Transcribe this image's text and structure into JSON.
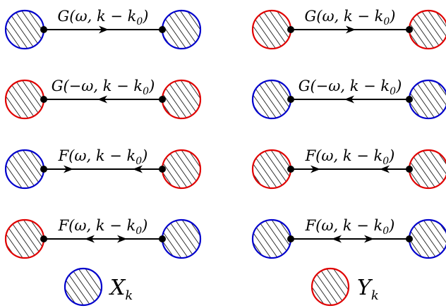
{
  "colors": {
    "blue": "#0000cc",
    "red": "#e00000",
    "hatch": "#000000",
    "line": "#000000"
  },
  "rows": [
    {
      "left": {
        "label": "G(ω, k − k",
        "sub": "0",
        "close": ")",
        "left_blob": "blue",
        "right_blob": "blue",
        "arrows": [
          "right"
        ]
      },
      "right": {
        "label": "G(ω, k − k",
        "sub": "0",
        "close": ")",
        "left_blob": "red",
        "right_blob": "red",
        "arrows": [
          "right"
        ]
      }
    },
    {
      "left": {
        "label": "G(−ω, k − k",
        "sub": "0",
        "close": ")",
        "left_blob": "red",
        "right_blob": "red",
        "arrows": [
          "left"
        ]
      },
      "right": {
        "label": "G(−ω, k − k",
        "sub": "0",
        "close": ")",
        "left_blob": "blue",
        "right_blob": "blue",
        "arrows": [
          "left"
        ]
      }
    },
    {
      "left": {
        "label": "F(ω, k − k",
        "sub": "0",
        "close": ")",
        "left_blob": "blue",
        "right_blob": "red",
        "arrows": [
          "right-near-left",
          "left-near-right"
        ]
      },
      "right": {
        "label": "F(ω, k − k",
        "sub": "0",
        "close": ")",
        "left_blob": "red",
        "right_blob": "red",
        "arrows": [
          "right-near-left",
          "left-near-right"
        ]
      }
    },
    {
      "left": {
        "label": "F(ω, k − k",
        "sub": "0",
        "close": ")",
        "left_blob": "red",
        "right_blob": "blue",
        "arrows": [
          "left-center",
          "right-center"
        ]
      },
      "right": {
        "label": "F(ω, k − k",
        "sub": "0",
        "close": ")",
        "left_blob": "blue",
        "right_blob": "blue",
        "arrows": [
          "left-center",
          "right-center"
        ]
      }
    }
  ],
  "legend": [
    {
      "color": "blue",
      "label": "X",
      "sub": "k"
    },
    {
      "color": "red",
      "label": "Y",
      "sub": "k"
    }
  ]
}
